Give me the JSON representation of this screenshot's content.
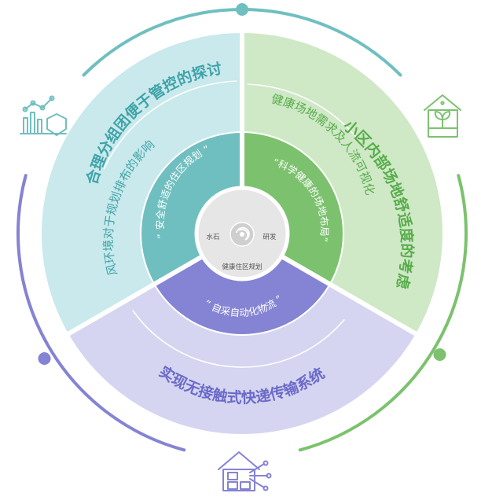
{
  "colors": {
    "teal_light": "#c9e9ec",
    "teal": "#70bfc0",
    "teal_text": "#3fa3a8",
    "green_light": "#cfe8c6",
    "green": "#7cc26e",
    "green_text": "#57ad4b",
    "purple_light": "#d5d5f1",
    "purple": "#8583d3",
    "purple_text": "#6b69c8",
    "center": "#e6e6e6"
  },
  "center": {
    "left": "水石",
    "right": "研发",
    "bottom": "健康住区规划"
  },
  "inner": {
    "left": "“ 安全舒适的住区规划 ”",
    "right": "“科学健康的场地布局”",
    "bottom": "“ 自采自动化物流 ”"
  },
  "outer": {
    "left_title": "合理分组团便于管控的探讨",
    "left_sub": "风环境对于规划排布的影响",
    "right_title": "小区内部场地舒适度的考虑",
    "right_sub": "健康场地需求及人流可视化",
    "bottom_title": "实现无接触式快递传输系统"
  },
  "icons": {
    "top_left": "growth-chart-shield-icon",
    "top_right": "house-plant-icon",
    "bottom": "smart-home-network-icon"
  }
}
